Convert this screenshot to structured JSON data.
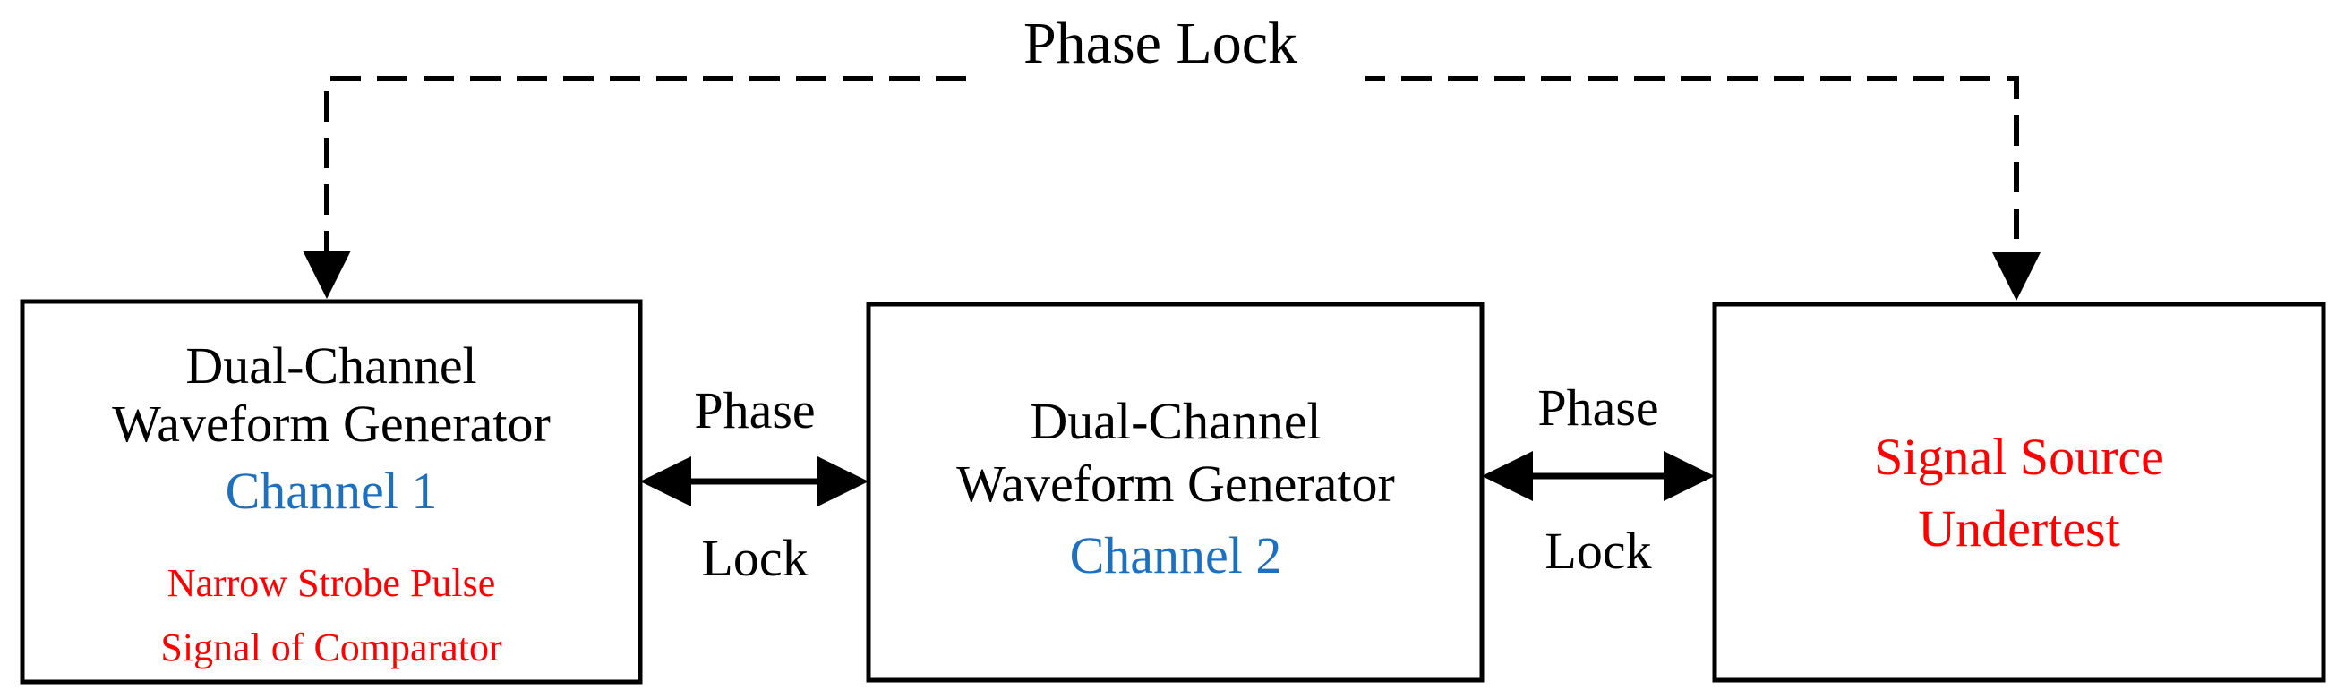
{
  "top_link": {
    "label": "Phase Lock"
  },
  "blocks": {
    "generator_1": {
      "title_line1": "Dual-Channel",
      "title_line2": "Waveform Generator",
      "channel": "Channel 1",
      "note_line1": "Narrow Strobe Pulse",
      "note_line2": "Signal of Comparator"
    },
    "generator_2": {
      "title_line1": "Dual-Channel",
      "title_line2": "Waveform Generator",
      "channel": "Channel 2"
    },
    "source": {
      "line1": "Signal Source",
      "line2": "Undertest"
    }
  },
  "links": {
    "left": {
      "top_label": "Phase",
      "bottom_label": "Lock"
    },
    "right": {
      "top_label": "Phase",
      "bottom_label": "Lock"
    }
  },
  "colors": {
    "line": "#000000",
    "channel": "#1f6fbf",
    "emphasis": "#ff0000"
  }
}
